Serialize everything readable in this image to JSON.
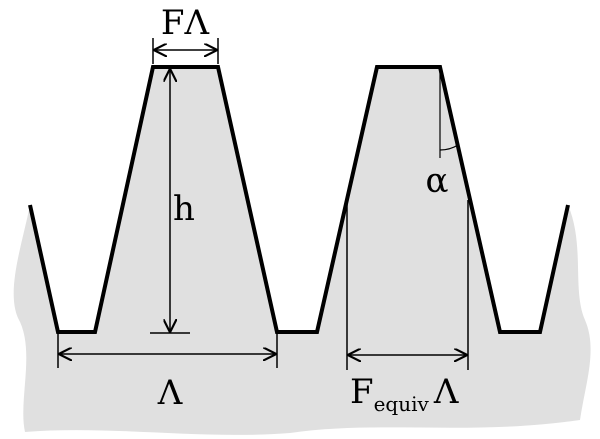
{
  "labels": {
    "fill_factor": "FΛ",
    "height": "h",
    "angle": "α",
    "period": "Λ",
    "equiv_prefix": "F",
    "equiv_subscript": "equiv",
    "equiv_suffix": "Λ"
  },
  "colors": {
    "substrate_fill": "#e0e0e0",
    "line": "#000000",
    "background": "#ffffff"
  }
}
